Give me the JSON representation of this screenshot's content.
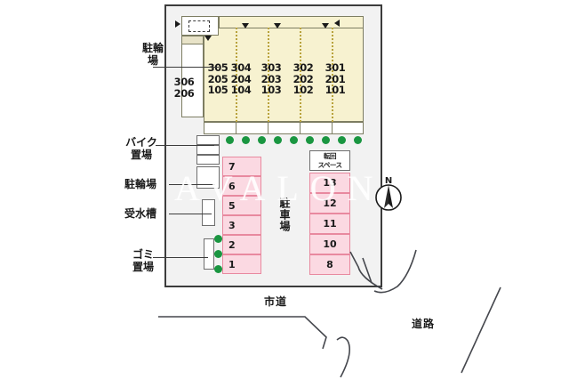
{
  "site": {
    "watermark": "AVALON",
    "compass_label": "N"
  },
  "building": {
    "side_rooms": [
      "306",
      "206"
    ],
    "columns": [
      {
        "floor3": "305",
        "floor2": "205",
        "floor1": "105"
      },
      {
        "floor3": "304",
        "floor2": "204",
        "floor1": "104"
      },
      {
        "floor3": "303",
        "floor2": "203",
        "floor1": "103"
      },
      {
        "floor3": "302",
        "floor2": "202",
        "floor1": "102"
      },
      {
        "floor3": "301",
        "floor2": "201",
        "floor1": "101"
      }
    ]
  },
  "callouts": [
    {
      "id": "bicycle-parking-top",
      "label": "駐輪場",
      "lines": [
        "駐輪",
        "場"
      ]
    },
    {
      "id": "motorbike-parking",
      "label": "バイク置場",
      "lines": [
        "バイク",
        "置場"
      ]
    },
    {
      "id": "bicycle-parking",
      "label": "駐輪場",
      "lines": [
        "駐輪場"
      ]
    },
    {
      "id": "water-tank",
      "label": "受水槽",
      "lines": [
        "受水槽"
      ]
    },
    {
      "id": "garbage-area",
      "label": "ゴミ置場",
      "lines": [
        "ゴミ",
        "置場"
      ]
    }
  ],
  "parking": {
    "area_label": "駐車場",
    "turning_space_label": "転回スペース",
    "turning_space_lines": [
      "転回",
      "スペース"
    ],
    "left_stalls": [
      "7",
      "6",
      "5",
      "3",
      "2",
      "1"
    ],
    "right_stalls": [
      "13",
      "12",
      "11",
      "10",
      "8"
    ]
  },
  "roads": {
    "city_road": "市道",
    "road": "道路"
  },
  "colors": {
    "building_fill": "#f7f2d0",
    "building_stroke": "#7d7d62",
    "stall_fill": "#fbd9e2",
    "stall_stroke": "#e8899f",
    "hedge_green": "#1a9641",
    "site_fill": "#f2f2f2",
    "frame_stroke": "#3c3c3c"
  }
}
